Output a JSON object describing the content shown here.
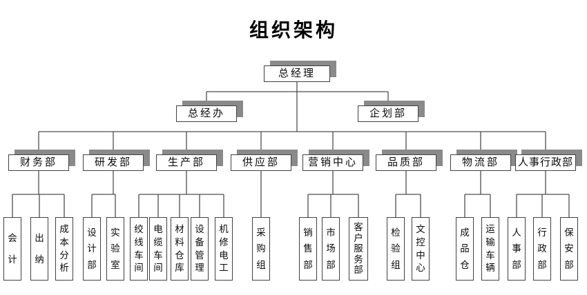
{
  "title": "组织架构",
  "root": {
    "label": "总经理"
  },
  "staff": [
    {
      "label": "总经办"
    },
    {
      "label": "企划部"
    }
  ],
  "departments": [
    {
      "label": "财务部",
      "children": [
        {
          "label": "会计"
        },
        {
          "label": "出纳"
        },
        {
          "label": "成本分析"
        }
      ]
    },
    {
      "label": "研发部",
      "children": [
        {
          "label": "设计部"
        },
        {
          "label": "实验室"
        }
      ]
    },
    {
      "label": "生产部",
      "children": [
        {
          "label": "绞线车间"
        },
        {
          "label": "电缆车间"
        },
        {
          "label": "材料仓库"
        },
        {
          "label": "设备管理"
        },
        {
          "label": "机修电工"
        }
      ]
    },
    {
      "label": "供应部",
      "children": [
        {
          "label": "采购组"
        }
      ]
    },
    {
      "label": "营销中心",
      "children": [
        {
          "label": "销售部"
        },
        {
          "label": "市场部"
        },
        {
          "label": "客户服务部"
        }
      ]
    },
    {
      "label": "品质部",
      "children": [
        {
          "label": "检验组"
        },
        {
          "label": "文控中心"
        }
      ]
    },
    {
      "label": "物流部",
      "children": [
        {
          "label": "成品仓"
        },
        {
          "label": "运输车辆"
        }
      ]
    },
    {
      "label": "人事行政部",
      "children": [
        {
          "label": "人事部"
        },
        {
          "label": "行政部"
        },
        {
          "label": "保安部"
        }
      ]
    }
  ],
  "colors": {
    "background": "#ffffff",
    "box_border": "#404040",
    "box_shadow": "#8a8a8a",
    "connector_line": "#4d4d4d",
    "text": "#000000"
  }
}
